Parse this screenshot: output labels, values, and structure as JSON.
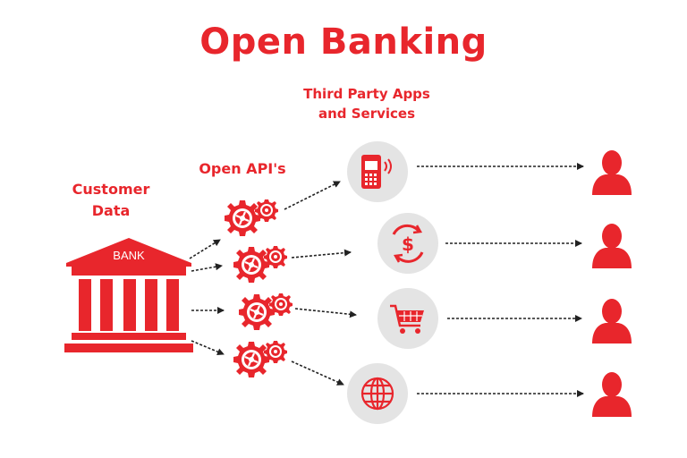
{
  "title": "Open Banking",
  "labels": {
    "customer_line1": "Customer",
    "customer_line2": "Data",
    "apis": "Open API's",
    "third_party_line1": "Third Party Apps",
    "third_party_line2": "and Services",
    "bank": "BANK"
  },
  "colors": {
    "accent": "#e8262c",
    "circle_bg": "#e4e4e4",
    "arrow": "#222222"
  },
  "services": [
    {
      "icon": "mobile-phone-icon"
    },
    {
      "icon": "currency-exchange-icon"
    },
    {
      "icon": "shopping-cart-icon"
    },
    {
      "icon": "globe-icon"
    }
  ],
  "icons": {
    "bank": "bank-building-icon",
    "api": "gears-icon",
    "user": "user-icon"
  }
}
